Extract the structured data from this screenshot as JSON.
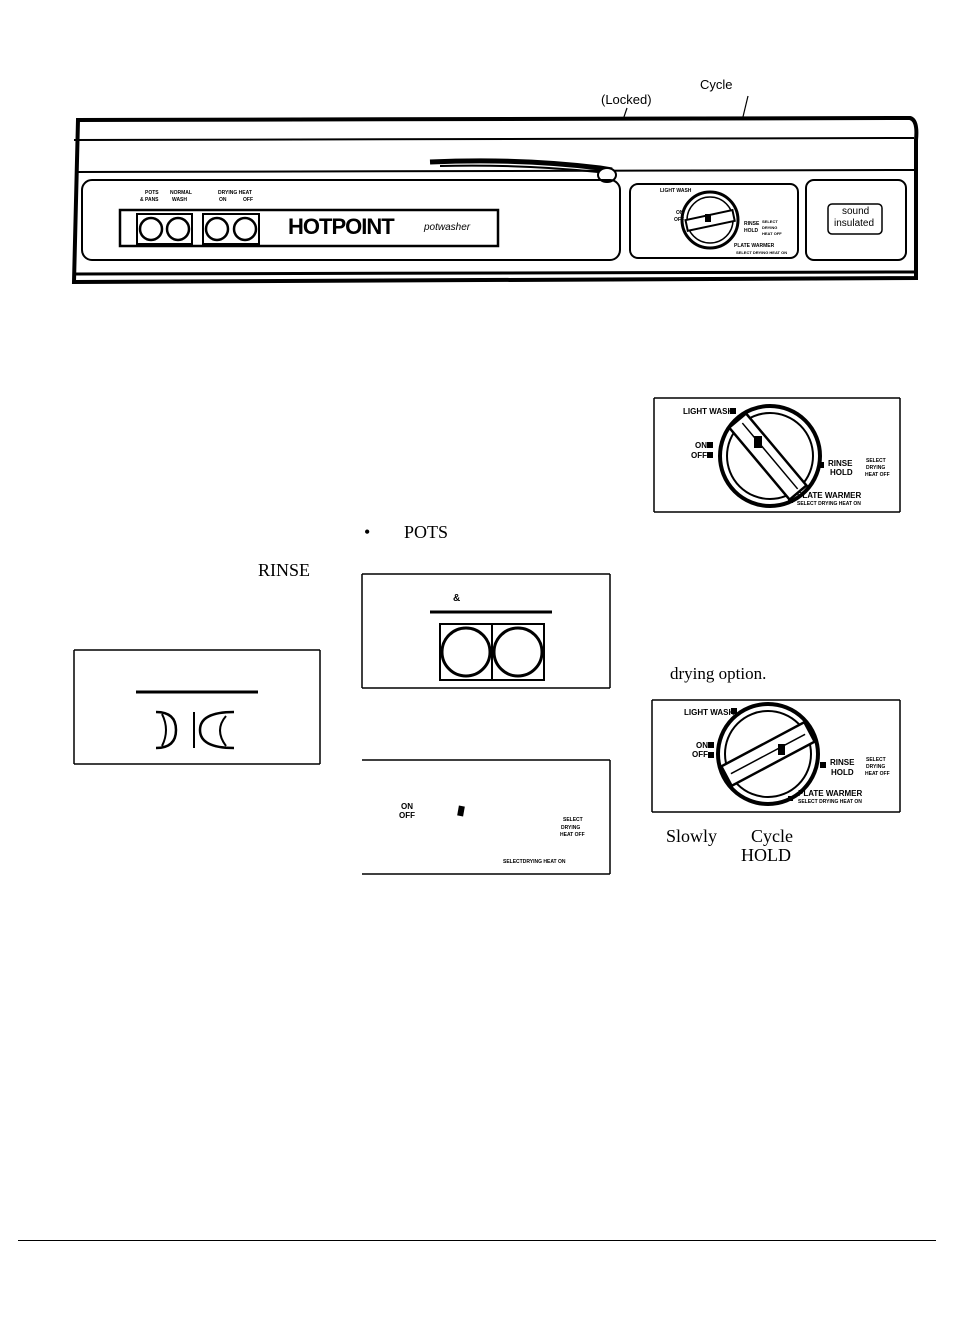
{
  "top_panel": {
    "callout_locked": "(Locked)",
    "callout_cycle": "Cycle",
    "btn_pots_line1": "POTS",
    "btn_pots_line2": "& PANS",
    "btn_normal_line1": "NORMAL",
    "btn_normal_line2": "WASH",
    "drying_heat": "DRYING HEAT",
    "drying_on": "ON",
    "drying_off": "OFF",
    "brand": "HOTPOINT",
    "product": "potwasher",
    "dial_light_wash": "LIGHT WASH",
    "dial_on": "ON",
    "dial_off": "OFF",
    "dial_rinse": "RINSE",
    "dial_hold": "HOLD",
    "dial_select": "SELECT",
    "dial_drying": "DRYING",
    "dial_heat_off": "HEAT OFF",
    "dial_plate_warmer": "PLATE WARMER",
    "dial_select_heat_on": "SELECT DRYING HEAT ON",
    "sound_line1": "sound",
    "sound_line2": "insulated"
  },
  "text_fragments": {
    "bullet": "•",
    "pots": "POTS",
    "rinse": "RINSE",
    "drying_option": "drying option.",
    "slowly": "Slowly",
    "cycle": "Cycle",
    "hold": "HOLD"
  },
  "dial_fig_1": {
    "light_wash": "LIGHT WASH",
    "on": "ON",
    "off": "OFF",
    "rinse": "RINSE",
    "hold": "HOLD",
    "select": "SELECT",
    "drying": "DRYING",
    "heat_off": "HEAT OFF",
    "plate_warmer": "PLATE WARMER",
    "select_heat_on": "SELECT DRYING HEAT ON"
  },
  "pots_fig": {
    "ampersand": "&"
  },
  "dial_fig_partial": {
    "on": "ON",
    "off": "OFF",
    "select": "SELECT",
    "drying": "DRYING",
    "heat_off": "HEAT OFF",
    "select_heat_on": "SELECTDRYING HEAT ON"
  },
  "dial_fig_2": {
    "light_wash": "LIGHT WASH",
    "on": "ON",
    "off": "OFF",
    "rinse": "RINSE",
    "hold": "HOLD",
    "select": "SELECT",
    "drying": "DRYING",
    "heat_off": "HEAT OFF",
    "plate_warmer": "PLATE WARMER",
    "select_heat_on": "SELECT DRYING HEAT ON"
  }
}
